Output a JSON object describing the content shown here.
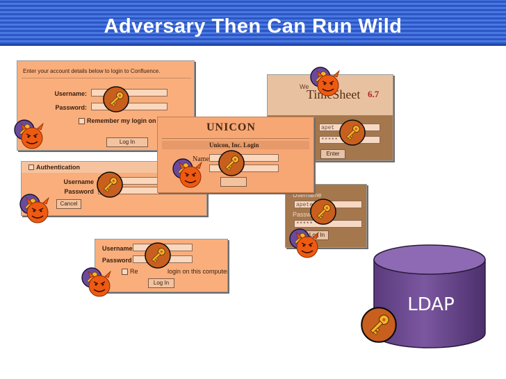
{
  "slide": {
    "title": "Adversary Then Can Run Wild"
  },
  "confluence": {
    "prompt": "Enter your account details below to login to Confluence.",
    "username_label": "Username:",
    "password_label": "Password:",
    "remember_label": "Remember my login on this computer",
    "login_button": "Log In"
  },
  "timesheet": {
    "logo_small": "We",
    "logo_name": "TimeSheet",
    "version": "6.7",
    "username_value": "apet",
    "password_value": "*****",
    "enter_button": "Enter"
  },
  "unicon": {
    "logo": "UNICON",
    "subtitle": "Unicon, Inc. Login",
    "name_label": "Name:"
  },
  "authentication": {
    "title": "Authentication",
    "username_label": "Username",
    "password_label": "Password",
    "cancel_button": "Cancel"
  },
  "small_login": {
    "username_label": "Username",
    "username_value": "apeter",
    "password_label": "Password",
    "password_value": "*****",
    "login_button": "Log In"
  },
  "bottom_login": {
    "username_label": "Username",
    "password_label": "Password",
    "remember_prefix": "Re",
    "remember_suffix": "login on this computer",
    "login_button": "Log In"
  },
  "ldap": {
    "label": "LDAP"
  },
  "icons": {
    "key": "key-icon",
    "adversary": "devil-icon"
  },
  "colors": {
    "panel": "#f9ae7c",
    "header": "#2b56c4",
    "ldap": "#6e4a8e",
    "key_disc": "#c85f1e",
    "devil": "#ee5a12"
  }
}
